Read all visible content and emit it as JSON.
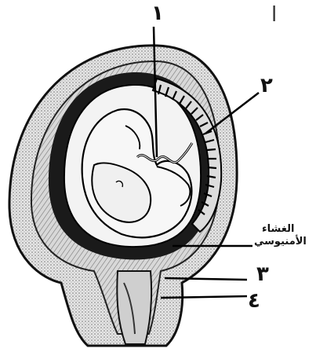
{
  "labels": {
    "label_1": "١",
    "label_2": "٢",
    "label_3": "٣",
    "label_4": "٤",
    "amnion_line1": "الغشاء",
    "amnion_line2": "الأمنيوسي",
    "corner_mark": "ا"
  },
  "colors": {
    "ink": "#111111",
    "tissue": "#9a9a9a",
    "background": "#ffffff"
  }
}
